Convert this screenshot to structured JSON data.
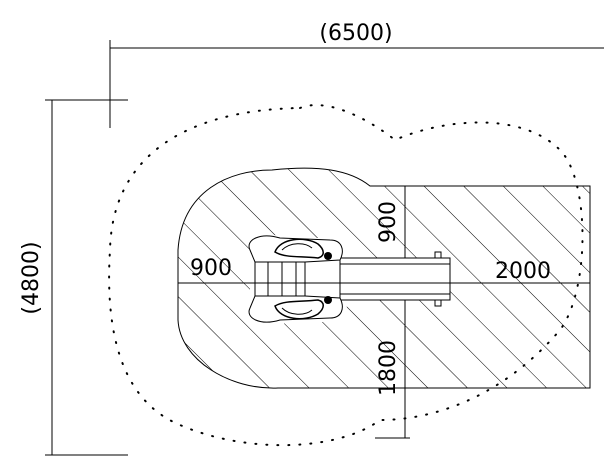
{
  "dimensions": {
    "overall_width": "(6500)",
    "overall_height": "(4800)",
    "left_clearance": "900",
    "top_clearance": "900",
    "right_clearance": "2000",
    "bottom_clearance": "1800"
  },
  "colors": {
    "stroke": "#000000",
    "background": "#ffffff"
  }
}
